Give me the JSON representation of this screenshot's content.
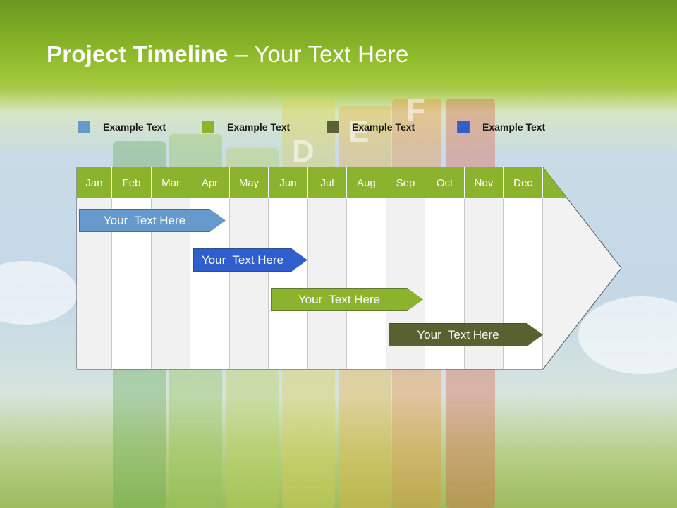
{
  "slide": {
    "title_bold": "Project Timeline",
    "title_rest": " – Your Text Here"
  },
  "legend": [
    {
      "label": "Example Text",
      "color": "#6699cc"
    },
    {
      "label": "Example Text",
      "color": "#8cb32d"
    },
    {
      "label": "Example Text",
      "color": "#5a6130"
    },
    {
      "label": "Example Text",
      "color": "#2e5fcc"
    }
  ],
  "timeline": {
    "months": [
      "Jan",
      "Feb",
      "Mar",
      "Apr",
      "May",
      "Jun",
      "Jul",
      "Aug",
      "Sep",
      "Oct",
      "Nov",
      "Dec"
    ],
    "header_color": "#8cb32d",
    "bars": [
      {
        "label": "Your  Text Here",
        "color": "#6699cc"
      },
      {
        "label": "Your  Text Here",
        "color": "#2e5fcc"
      },
      {
        "label": "Your  Text Here",
        "color": "#8cb32d"
      },
      {
        "label": "Your  Text Here",
        "color": "#5a6130"
      }
    ]
  }
}
